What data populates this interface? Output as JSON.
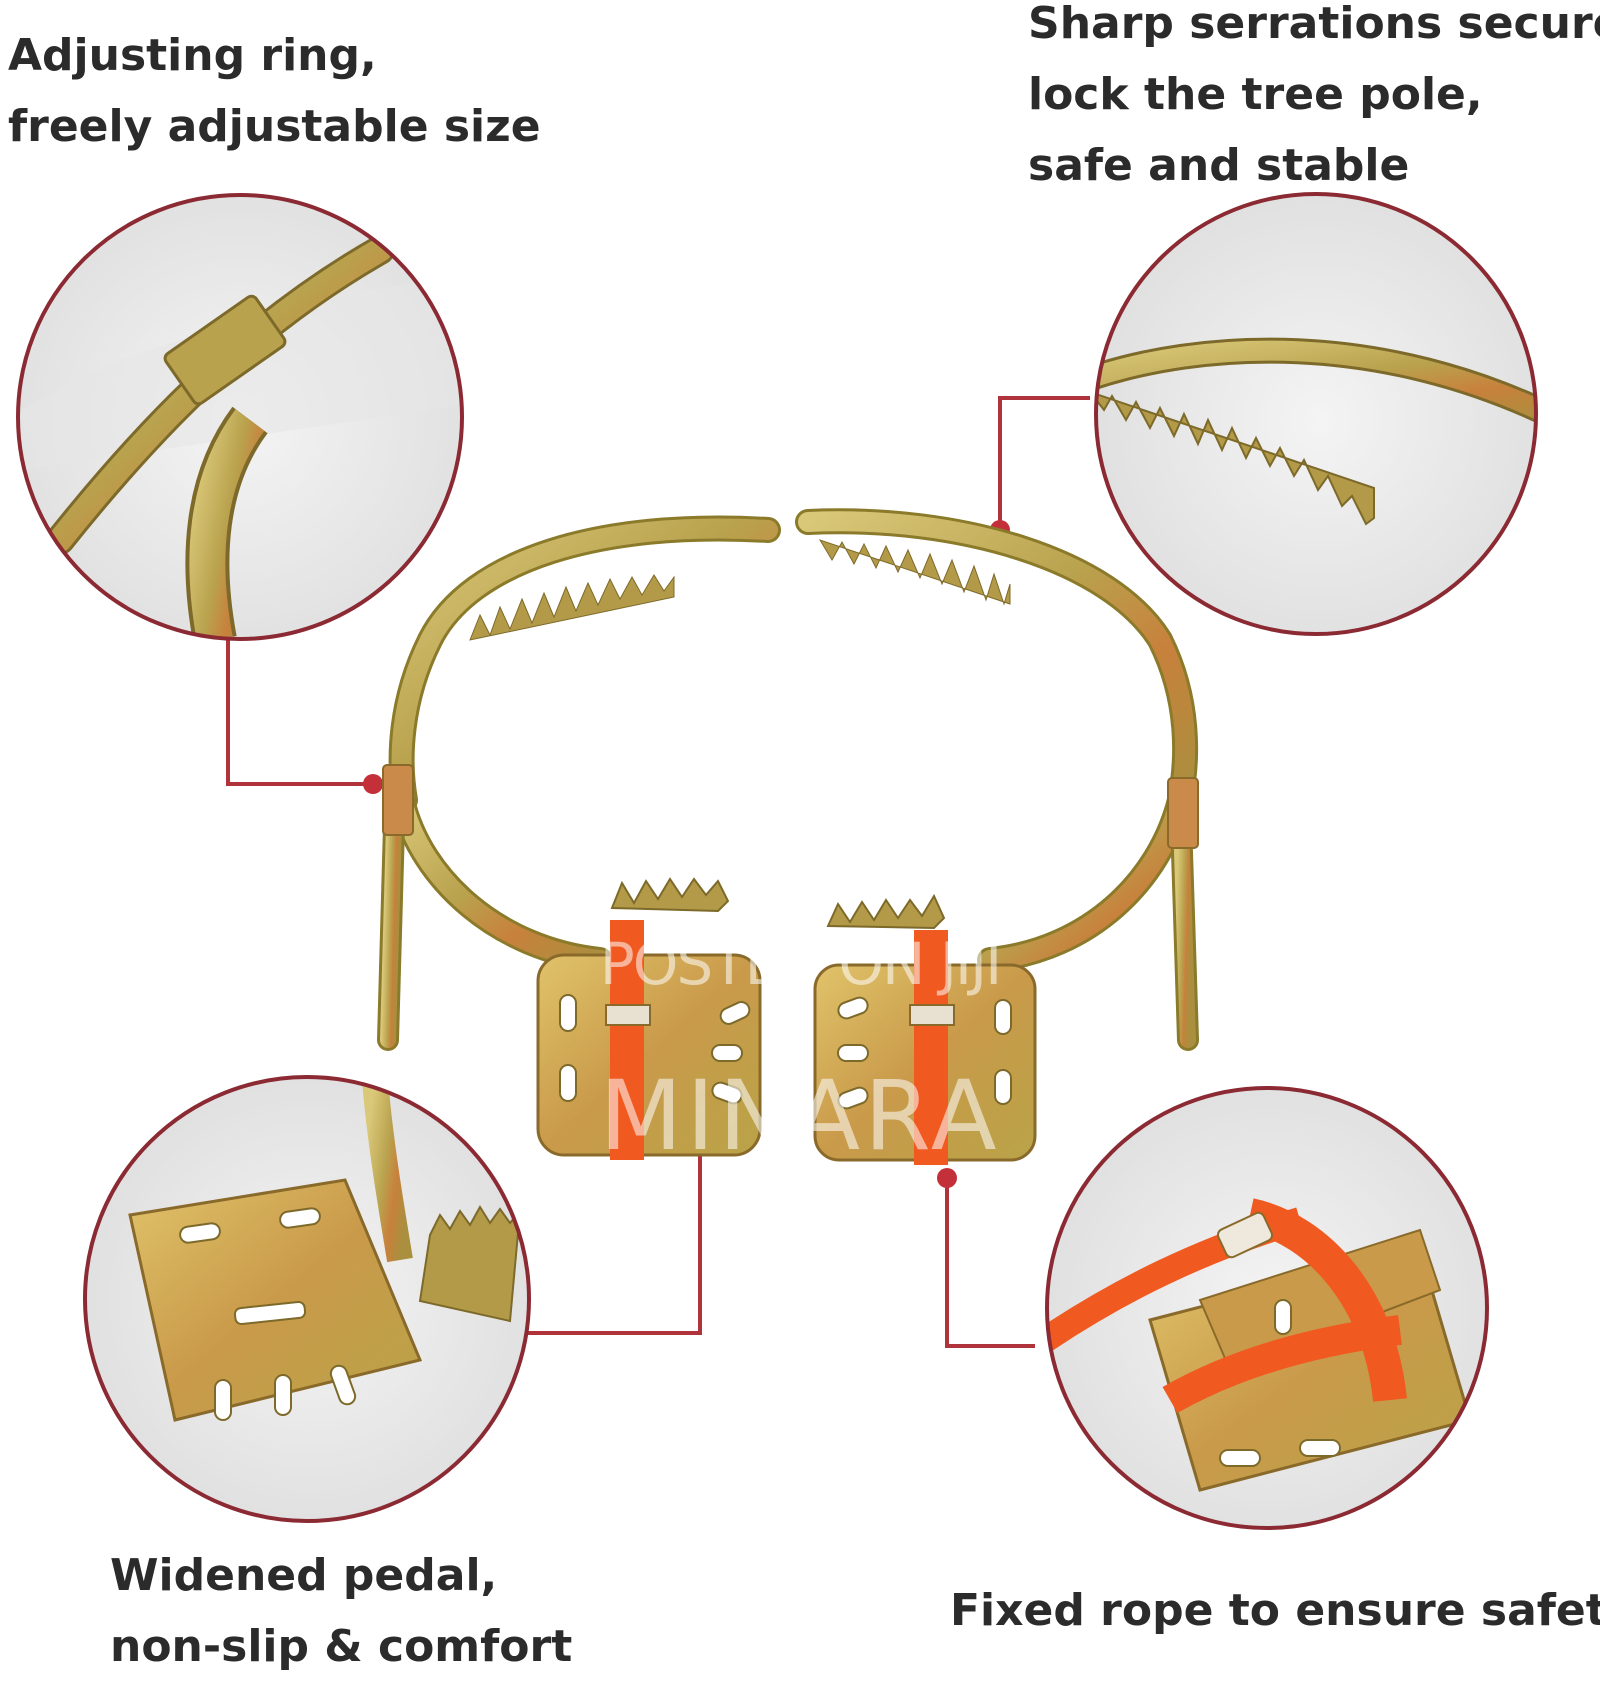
{
  "captions": {
    "adjusting_ring": [
      "Adjusting ring,",
      "freely adjustable size"
    ],
    "sharp_serrations": [
      "Sharp serrations securely",
      "lock the tree pole,",
      "safe and stable"
    ],
    "widened_pedal": [
      "Widened pedal,",
      "non-slip & comfort"
    ],
    "fixed_rope": [
      "Fixed rope to ensure safety"
    ]
  },
  "watermark": {
    "line1": "POSTED ON JIJI",
    "line2": "MINARA"
  },
  "colors": {
    "callout_line": "#b0323a",
    "circle_border": "#8c2a33",
    "metal": "#b8a04a",
    "strap": "#f05a20",
    "text": "#2b2b2b"
  }
}
